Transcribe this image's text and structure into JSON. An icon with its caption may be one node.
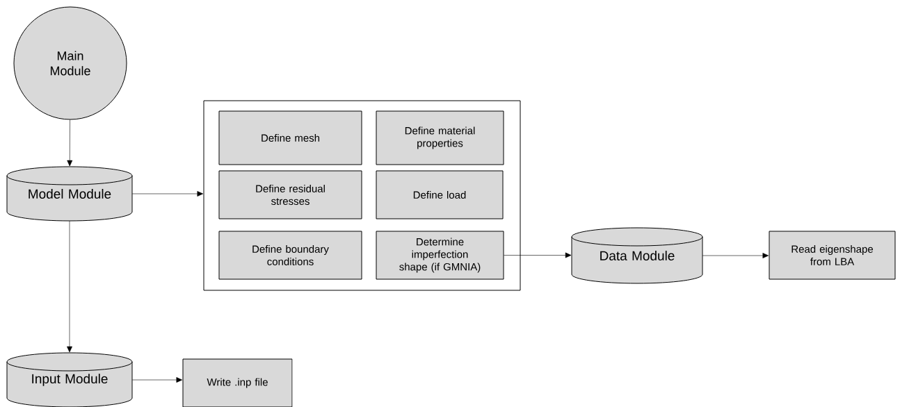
{
  "diagram": {
    "nodes": [
      {
        "text": [
          "Main Module"
        ]
      },
      {
        "text": [
          "Model Module"
        ]
      },
      {
        "text": [],
        "shape": "box"
      },
      {
        "text": [
          "Define mesh"
        ],
        "in": 2
      },
      {
        "text": [
          "Define material properties"
        ],
        "in": 2
      },
      {
        "text": [
          "Define residual stresses"
        ],
        "in": 2
      },
      {
        "text": [
          "Define load"
        ],
        "in": 2
      },
      {
        "text": [
          "Define boundary conditions"
        ],
        "in": 2
      },
      {
        "text": [
          "Determine imperfection shape (if GMNIA)"
        ],
        "in": 2
      },
      {
        "text": [
          "Data Module"
        ]
      },
      {
        "text": [
          "Read eigenshape from LBA"
        ]
      },
      {
        "text": [
          "Input Module"
        ]
      },
      {
        "text": [
          "Write .inp file"
        ]
      }
    ],
    "edges": [
      {
        "from": 0,
        "to": 1,
        "arrow": "to"
      },
      {
        "from": 1,
        "to": 2,
        "arrow": "to"
      },
      {
        "from": 1,
        "to": 11,
        "arrow": "to"
      },
      {
        "from": 8,
        "to": 9,
        "arrow": "to"
      },
      {
        "from": 9,
        "to": 10,
        "arrow": "to"
      },
      {
        "from": 11,
        "to": 12,
        "arrow": "to"
      }
    ]
  }
}
